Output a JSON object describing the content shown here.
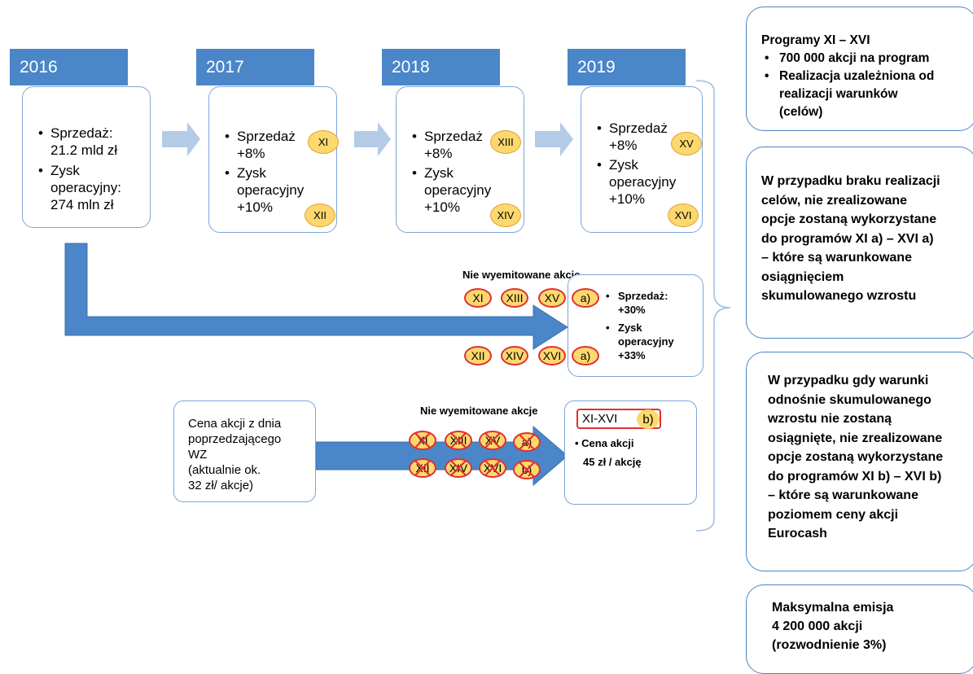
{
  "colors": {
    "accent": "#4a86c8",
    "badge": "#fcd86e",
    "cross": "#e03030",
    "chevron": "#b4cbe8"
  },
  "years": [
    {
      "label": "2016",
      "lines": [
        "Sprzedaż:\n21.2 mld zł",
        "Zysk\noperacyjny:\n274 mln zł"
      ]
    },
    {
      "label": "2017",
      "lines": [
        "Sprzedaż\n+8%",
        "Zysk\noperacyjny\n+10%"
      ],
      "badges": [
        "XI",
        "XII"
      ]
    },
    {
      "label": "2018",
      "lines": [
        "Sprzedaż\n+8%",
        "Zysk\noperacyjny\n+10%"
      ],
      "badges": [
        "XIII",
        "XIV"
      ]
    },
    {
      "label": "2019",
      "lines": [
        "Sprzedaż\n+8%",
        "Zysk\noperacyjny\n+10%"
      ],
      "badges": [
        "XV",
        "XVI"
      ]
    }
  ],
  "unissued_label": "Nie wyemitowane akcje",
  "unissued_row1": [
    "XI",
    "XIII",
    "XV",
    "a)"
  ],
  "unissued_row2": [
    "XII",
    "XIV",
    "XVI",
    "a)"
  ],
  "cumulative": {
    "sales": "Sprzedaż:\n+30%",
    "profit": "Zysk\noperacyjny\n+33%"
  },
  "unissued_label2": "Nie wyemitowane akcje",
  "crossed_row1": [
    "XI",
    "XIII",
    "XV",
    "a)"
  ],
  "crossed_row2": [
    "XII",
    "XIV",
    "XVI",
    "b)"
  ],
  "price_box": {
    "text": "Cena akcji z dnia\npoprzedzającego\nWZ\n(aktualnie ok.\n32 zł/ akcje)"
  },
  "price_target": {
    "tag": "XI-XVI",
    "tag_badge": "b)",
    "line1": "Cena akcji",
    "line2": "45 zł / akcję"
  },
  "side": {
    "box1_title": "Programy XI – XVI",
    "box1_items": [
      "700 000 akcji na program",
      "Realizacja uzależniona od\nrealizacji warunków\n(celów)"
    ],
    "box2": "W przypadku braku realizacji\ncelów, nie zrealizowane\nopcje zostaną wykorzystane\ndo programów XI a) – XVI a)\n– które są warunkowane\nosiągnięciem\nskumulowanego wzrostu",
    "box3": "W przypadku gdy warunki\nodnośnie skumulowanego\nwzrostu nie zostaną\nosiągnięte, nie zrealizowane\nopcje zostaną wykorzystane\ndo programów XI b) – XVI b)\n– które są warunkowane\npoziomem ceny akcji\nEurocash",
    "box4": "Maksymalna emisja\n4 200 000 akcji\n(rozwodnienie 3%)"
  }
}
